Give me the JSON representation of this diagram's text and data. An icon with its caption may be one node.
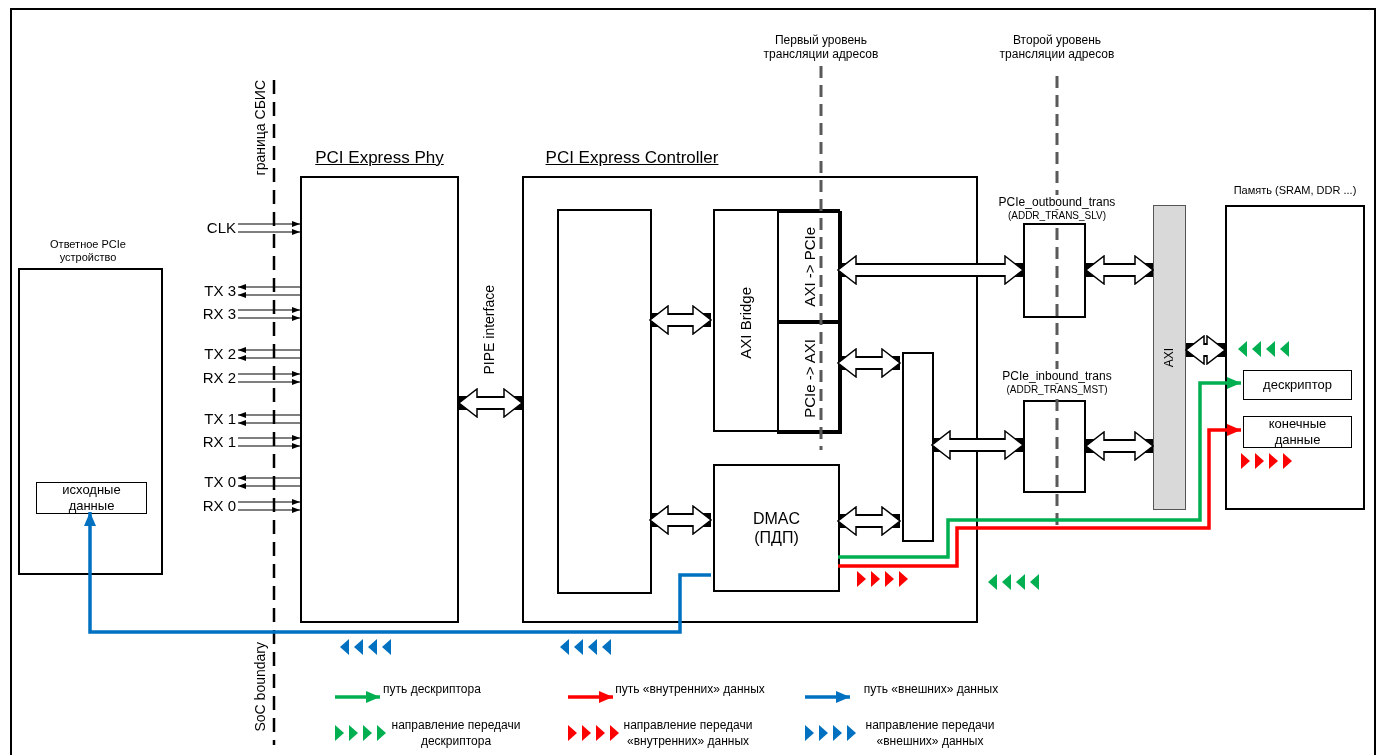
{
  "diagram": {
    "nodes": [
      {
        "text": [
          "Ответное PCIe устройство"
        ]
      },
      {
        "text": [
          "исходные данные"
        ],
        "in": 0
      },
      {
        "text": [
          "PCI Express Phy"
        ]
      },
      {
        "text": [
          "PCI Express Controller"
        ]
      },
      {
        "text": [],
        "shape": "box",
        "in": 3
      },
      {
        "text": [
          "AXI Bridge"
        ],
        "in": 3
      },
      {
        "text": [
          "AXI -> PCIe"
        ],
        "in": 5
      },
      {
        "text": [
          "PCIe -> AXI"
        ],
        "in": 5
      },
      {
        "text": [
          "DMAC (ПДП)"
        ],
        "in": 3
      },
      {
        "text": [],
        "shape": "box",
        "in": 3
      },
      {
        "text": [
          "PCIe_outbound_trans",
          "(ADDR_TRANS_SLV)"
        ]
      },
      {
        "text": [
          "PCIe_inbound_trans",
          "(ADDR_TRANS_MST)"
        ]
      },
      {
        "text": [
          "AXI"
        ]
      },
      {
        "text": [
          "Память (SRAM, DDR ...)"
        ]
      },
      {
        "text": [
          "дескриптор"
        ],
        "in": 13
      },
      {
        "text": [
          "конечные данные"
        ],
        "in": 13
      },
      {
        "text": [
          "CLK"
        ]
      },
      {
        "text": [
          "TX 3"
        ]
      },
      {
        "text": [
          "RX 3"
        ]
      },
      {
        "text": [
          "TX 2"
        ]
      },
      {
        "text": [
          "RX 2"
        ]
      },
      {
        "text": [
          "TX 1"
        ]
      },
      {
        "text": [
          "RX 1"
        ]
      },
      {
        "text": [
          "TX 0"
        ]
      },
      {
        "text": [
          "RX 0"
        ]
      }
    ],
    "edges": [
      {
        "from": 16,
        "to": 2,
        "arrow": "to"
      },
      {
        "from": 16,
        "to": 2,
        "arrow": "to"
      },
      {
        "from": 2,
        "to": 17,
        "arrow": "to"
      },
      {
        "from": 2,
        "to": 17,
        "arrow": "to"
      },
      {
        "from": 18,
        "to": 2,
        "arrow": "to"
      },
      {
        "from": 18,
        "to": 2,
        "arrow": "to"
      },
      {
        "from": 2,
        "to": 19,
        "arrow": "to"
      },
      {
        "from": 2,
        "to": 19,
        "arrow": "to"
      },
      {
        "from": 20,
        "to": 2,
        "arrow": "to"
      },
      {
        "from": 20,
        "to": 2,
        "arrow": "to"
      },
      {
        "from": 2,
        "to": 21,
        "arrow": "to"
      },
      {
        "from": 2,
        "to": 21,
        "arrow": "to"
      },
      {
        "from": 22,
        "to": 2,
        "arrow": "to"
      },
      {
        "from": 22,
        "to": 2,
        "arrow": "to"
      },
      {
        "from": 2,
        "to": 23,
        "arrow": "to"
      },
      {
        "from": 2,
        "to": 23,
        "arrow": "to"
      },
      {
        "from": 24,
        "to": 2,
        "arrow": "to"
      },
      {
        "from": 24,
        "to": 2,
        "arrow": "to"
      },
      {
        "from": 2,
        "to": 3,
        "arrow": "both",
        "label": "PIPE interface",
        "style": "thick"
      },
      {
        "from": 4,
        "to": 5,
        "arrow": "both",
        "style": "thick"
      },
      {
        "from": 4,
        "to": 8,
        "arrow": "both",
        "style": "thick"
      },
      {
        "from": 6,
        "to": 10,
        "arrow": "both",
        "style": "thick"
      },
      {
        "from": 7,
        "to": 9,
        "arrow": "both",
        "style": "thick"
      },
      {
        "from": 8,
        "to": 9,
        "arrow": "both",
        "style": "thick"
      },
      {
        "from": 9,
        "to": 11,
        "arrow": "both",
        "style": "thick"
      },
      {
        "from": 10,
        "to": 12,
        "arrow": "both",
        "style": "thick"
      },
      {
        "from": 11,
        "to": 12,
        "arrow": "both",
        "style": "thick"
      },
      {
        "from": 12,
        "to": 13,
        "arrow": "both",
        "style": "thick"
      },
      {
        "from": 8,
        "to": 1,
        "arrow": "to",
        "style": "thick",
        "color": "#0070c0"
      },
      {
        "from": 8,
        "to": 14,
        "arrow": "to",
        "style": "thick",
        "color": "#00b050"
      },
      {
        "from": 8,
        "to": 15,
        "arrow": "to",
        "style": "thick",
        "color": "#ff0000"
      }
    ],
    "labels": [
      "граница СБИС",
      "SoC boundary",
      "Первый уровень трансляции адресов",
      "Второй уровень трансляции адресов"
    ],
    "legend": [
      {
        "text": "путь дескриптора"
      },
      {
        "text": "путь «внутренних» данных"
      },
      {
        "text": "путь «внешних» данных"
      },
      {
        "text": "направление передачи дескриптора"
      },
      {
        "text": "направление передачи «внутренних» данных"
      },
      {
        "text": "направление передачи «внешних» данных"
      }
    ]
  }
}
